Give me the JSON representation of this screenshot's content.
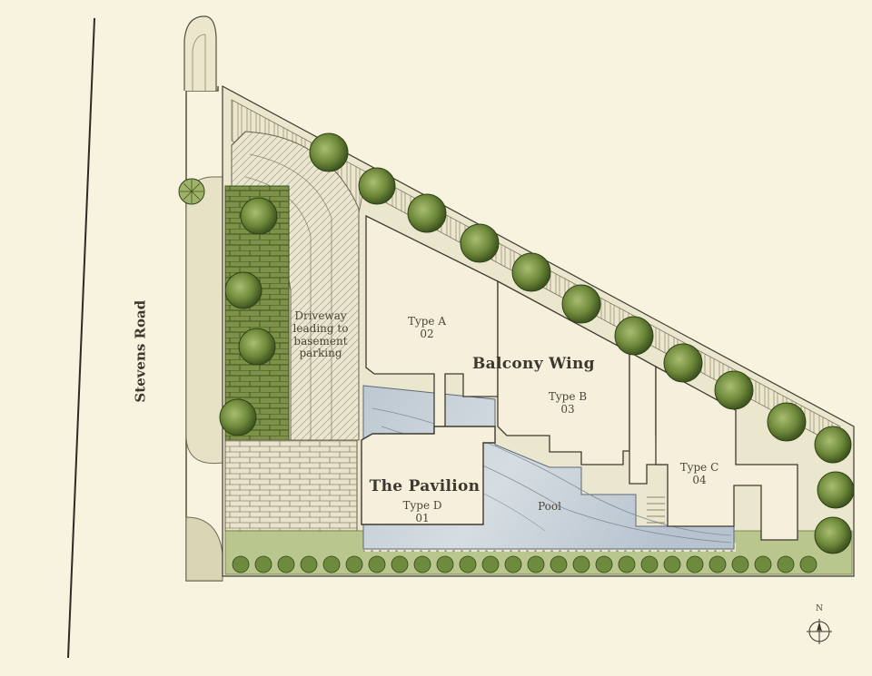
{
  "road": {
    "label": "Stevens Road"
  },
  "driveway": {
    "line1": "Driveway",
    "line2": "leading to",
    "line3": "basement",
    "line4": "parking"
  },
  "units": {
    "a": {
      "type": "Type A",
      "number": "02"
    },
    "b": {
      "type": "Type B",
      "number": "03"
    },
    "c": {
      "type": "Type C",
      "number": "04"
    },
    "d": {
      "type": "Type D",
      "number": "01"
    }
  },
  "buildings": {
    "balcony_wing": "Balcony Wing",
    "pavilion": "The Pavilion"
  },
  "pool": {
    "label": "Pool"
  },
  "compass": {
    "label": "N"
  },
  "colors": {
    "paper": "#f7f3df",
    "building": "#f5efdc",
    "pool": "#c9d3da",
    "tree": "#5f7a34",
    "paving": "#e8e2c9",
    "grass": "#6e8a3c"
  }
}
